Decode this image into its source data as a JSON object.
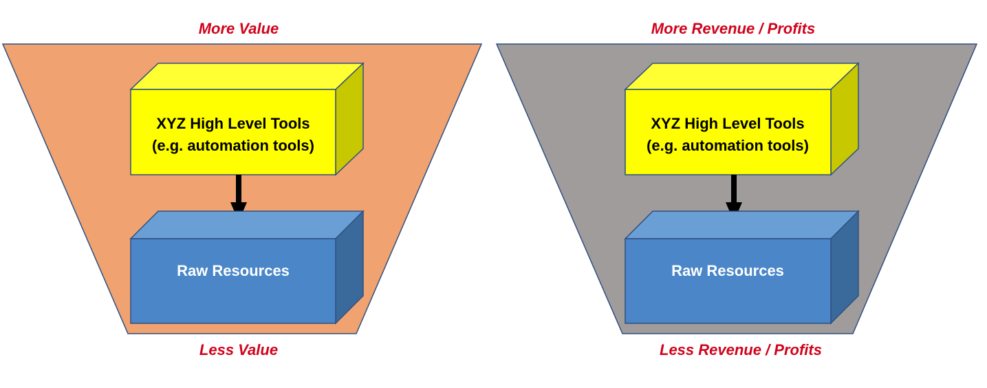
{
  "colors": {
    "label_red": "#d0021b",
    "funnel_left": "#f0a270",
    "funnel_right": "#a09c9b",
    "funnel_stroke": "#2f4f7f",
    "yellow_front": "#ffff00",
    "yellow_top": "#ffff33",
    "yellow_side": "#c8c800",
    "blue_front": "#4a86c8",
    "blue_top": "#6a9fd6",
    "blue_side": "#3a6a9c",
    "arrow": "#000000"
  },
  "panels": [
    {
      "top_label": "More Value",
      "bottom_label": "Less Value",
      "tool_box": {
        "line1": "XYZ High Level Tools",
        "line2": "(e.g. automation tools)"
      },
      "resource_box": {
        "label": "Raw Resources"
      }
    },
    {
      "top_label": "More Revenue / Profits",
      "bottom_label": "Less Revenue / Profits",
      "tool_box": {
        "line1": "XYZ High Level Tools",
        "line2": "(e.g. automation tools)"
      },
      "resource_box": {
        "label": "Raw Resources"
      }
    }
  ]
}
